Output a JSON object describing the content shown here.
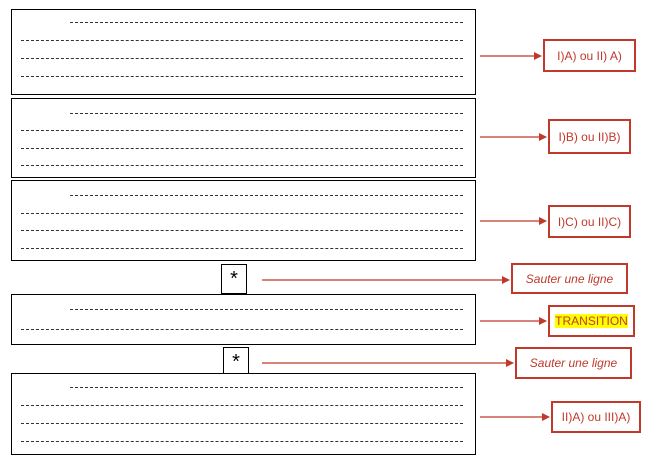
{
  "labels": {
    "b1": "I)A) ou II) A)",
    "b2": "I)B) ou II)B)",
    "b3": "I)C) ou II)C)",
    "s1": "Sauter une ligne",
    "b4": "TRANSITION",
    "s2": "Sauter une ligne",
    "b5": "II)A) ou III)A)"
  },
  "stars": {
    "star1": "*",
    "star2": "*"
  },
  "colors": {
    "arrow": "#c0392b",
    "box_border": "#c0392b",
    "highlight": "#ffff00"
  }
}
